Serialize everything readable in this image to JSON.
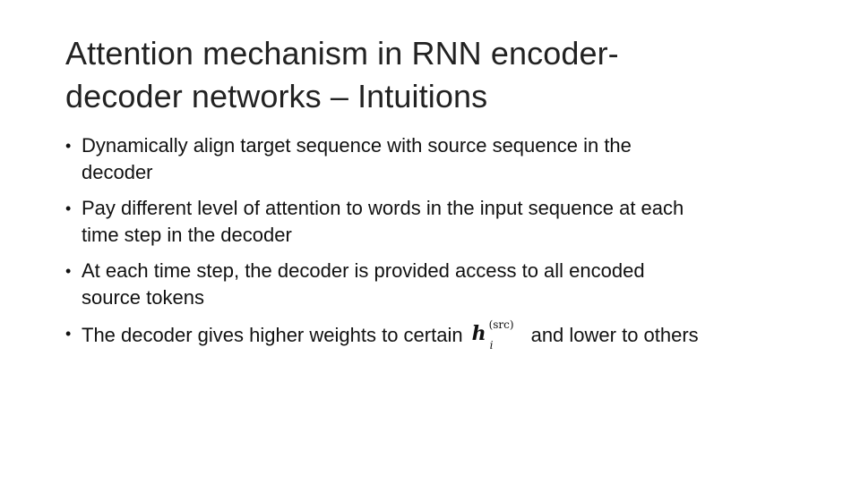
{
  "slide": {
    "title_lines": [
      "Attention mechanism in RNN encoder-",
      "decoder networks – Intuitions"
    ],
    "bullets": [
      {
        "lines": [
          "Dynamically align target sequence with source sequence in the",
          "decoder"
        ]
      },
      {
        "lines": [
          "Pay different level of attention to words in the input sequence at each",
          "time step in the decoder"
        ]
      },
      {
        "lines": [
          "At each time step, the decoder is provided access to all encoded",
          "source tokens"
        ]
      },
      {
        "before": "The decoder gives higher weights to certain",
        "math": {
          "base": "h",
          "sup": "(src)",
          "sub": "i"
        },
        "after": "and lower to others"
      }
    ],
    "bullet_glyph": "•"
  }
}
